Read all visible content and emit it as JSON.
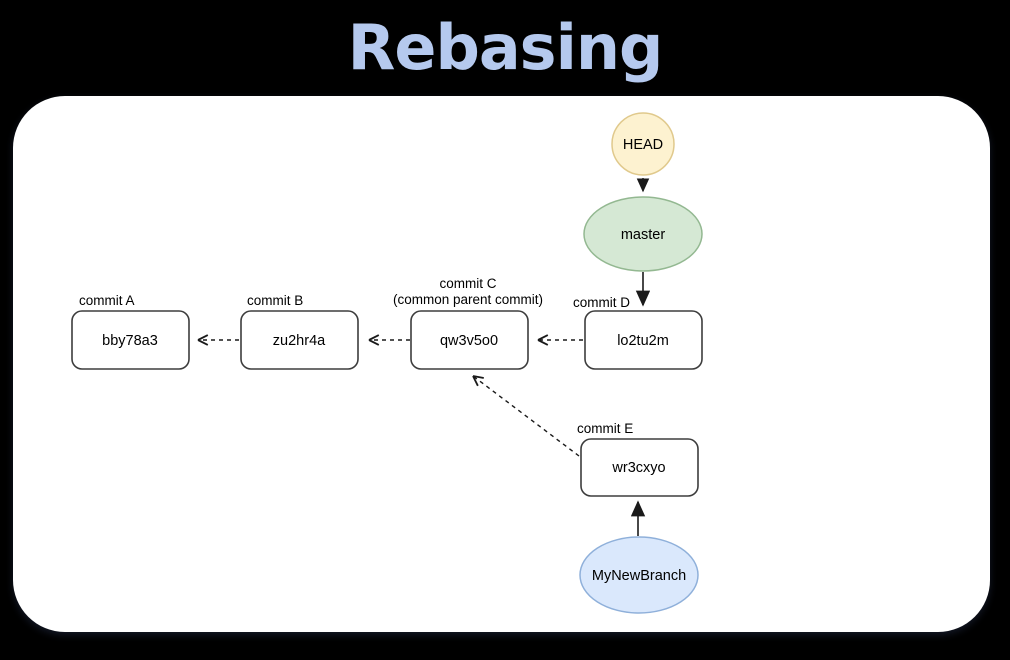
{
  "slide": {
    "title": "Rebasing"
  },
  "colors": {
    "background": "#000000",
    "panel": "#ffffff",
    "title_text": "#b5c9ee",
    "head_fill": "#fdf2d0",
    "head_stroke": "#e0c98c",
    "master_fill": "#d5e8d4",
    "master_stroke": "#93b891",
    "branch_fill": "#dae8fc",
    "branch_stroke": "#8fb0da",
    "commit_box_fill": "#ffffff",
    "commit_box_stroke": "#3d3d3d",
    "edge_color": "#1a1a1a"
  },
  "diagram": {
    "head": {
      "label": "HEAD"
    },
    "master": {
      "label": "master"
    },
    "new_branch": {
      "label": "MyNewBranch"
    },
    "commits": [
      {
        "name": "commit A",
        "hash": "bby78a3"
      },
      {
        "name": "commit B",
        "hash": "zu2hr4a"
      },
      {
        "name": "commit C",
        "note": "(common parent commit)",
        "hash": "qw3v5o0"
      },
      {
        "name": "commit D",
        "hash": "lo2tu2m"
      },
      {
        "name": "commit E",
        "hash": "wr3cxyo"
      }
    ]
  }
}
